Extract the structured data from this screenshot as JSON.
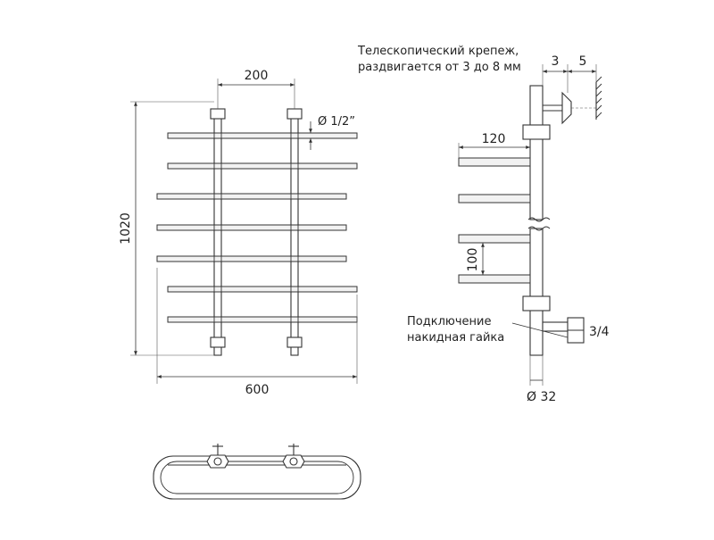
{
  "labels": {
    "width_total": "600",
    "height_total": "1020",
    "center_distance": "200",
    "pipe_thread": "Ø 1/2”",
    "mount_note_line1": "Телескопический крепеж,",
    "mount_note_line2": "раздвигается от 3 до 8 мм",
    "mount_min": "3",
    "mount_extra": "5",
    "bar_depth": "120",
    "bar_spacing": "100",
    "connection_line1": "Подключение",
    "connection_line2": "накидная гайка",
    "connection_thread": "3/4",
    "riser_diameter": "Ø 32"
  },
  "colors": {
    "line": "#333333",
    "fill": "#f2f2f2",
    "background": "#ffffff"
  }
}
